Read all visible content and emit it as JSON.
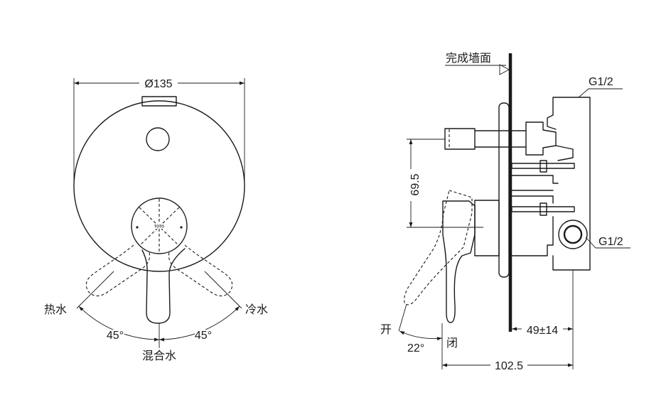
{
  "front_view": {
    "diameter_label": "Ø135",
    "logo_text": "TOTO",
    "hot_water": "热水",
    "cold_water": "冷水",
    "left_angle": "45°",
    "right_angle": "45°",
    "mixed_water": "混合水"
  },
  "side_view": {
    "finished_wall": "完成墙面",
    "top_port": "G1/2",
    "side_port": "G1/2",
    "height_dim": "69.5",
    "open_label": "开",
    "handle_angle": "22°",
    "close_label": "闭",
    "wall_depth_dim": "49±14",
    "total_depth_dim": "102.5"
  },
  "colors": {
    "line": "#1a1a1a",
    "background": "#ffffff"
  }
}
